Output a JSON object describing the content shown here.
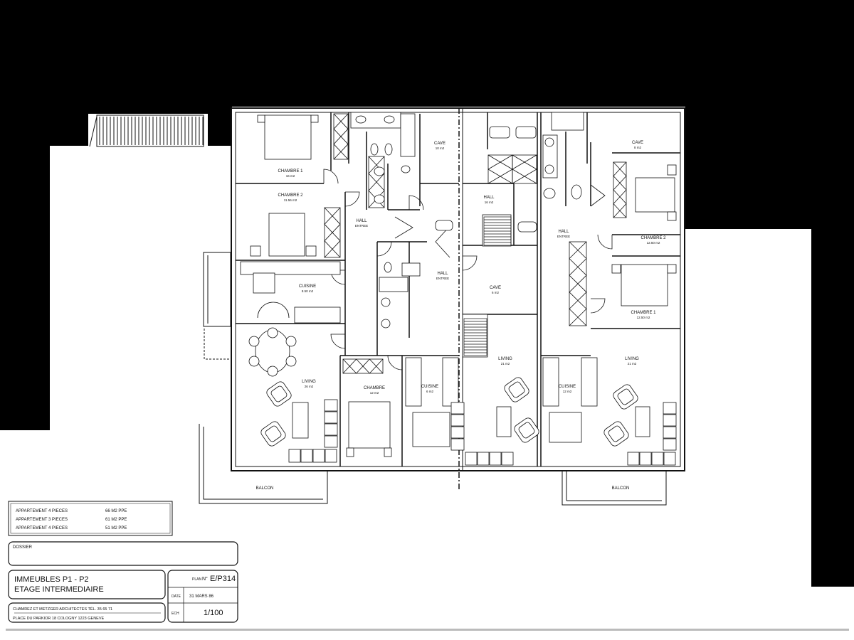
{
  "rooms": {
    "chambre1_left": {
      "name": "CHAMBRE 1",
      "area": "16 m2"
    },
    "chambre2_left": {
      "name": "CHAMBRE 2",
      "area": "11.56 m2"
    },
    "hall_entree_left": {
      "name": "HALL",
      "sub": "ENTREE"
    },
    "cuisine_left": {
      "name": "CUISINE",
      "area": "8.50 m2"
    },
    "living_left": {
      "name": "LIVING",
      "area": "26 m2"
    },
    "cave_left": {
      "name": "CAVE",
      "area": "10 m2"
    },
    "hall_entree_mid": {
      "name": "HALL",
      "sub": "ENTREE"
    },
    "chambre_mid": {
      "name": "CHAMBRE",
      "area": "12 m2"
    },
    "cuisine_mid": {
      "name": "CUISINE",
      "area": "6 m2"
    },
    "hall_center": {
      "name": "HALL",
      "area": "16 m2"
    },
    "cave_center": {
      "name": "CAVE",
      "area": "6 m2"
    },
    "living_center": {
      "name": "LIVING",
      "area": "21 m2"
    },
    "cave_right": {
      "name": "CAVE",
      "area": "8 m2"
    },
    "hall_entree_right": {
      "name": "HALL",
      "sub": "ENTREE"
    },
    "chambre2_right": {
      "name": "CHAMBRE 2",
      "area": "12.50 m2"
    },
    "chambre1_right": {
      "name": "CHAMBRE 1",
      "area": "12.50 m2"
    },
    "cuisine_right": {
      "name": "CUISINE",
      "area": "12 m2"
    },
    "living_right": {
      "name": "LIVING",
      "area": "21 m2"
    }
  },
  "balcon_left": "BALCON",
  "balcon_right": "BALCON",
  "legend": [
    {
      "label": "APPARTEMENT  4 PIECES",
      "value": "66  M2  PPE"
    },
    {
      "label": "APPARTEMENT  3 PIECES",
      "value": "61  M2  PPE"
    },
    {
      "label": "APPARTEMENT  4 PIECES",
      "value": "51  M2  PPE"
    }
  ],
  "title_block": {
    "dossier_label": "DOSSIER",
    "title_line1": "IMMEUBLES  P1 - P2",
    "title_line2": "ETAGE  INTERMEDIAIRE",
    "architects": "CHAMREZ ET METZGER  ARCHITECTES   TÉL.   35 65 71",
    "address": "PLACE DU PARKIOR 18     COLOGNY    1223   GENEVE",
    "plan_label": "PLAN",
    "plan_no_label": "N°",
    "plan_number": "E/P314",
    "date_label": "DATE",
    "date_value": "31  MARS  86",
    "scale_label": "ECH",
    "scale_value": "1/100"
  },
  "colors": {
    "background": "#000000",
    "paper": "#ffffff",
    "ink": "#111111"
  }
}
